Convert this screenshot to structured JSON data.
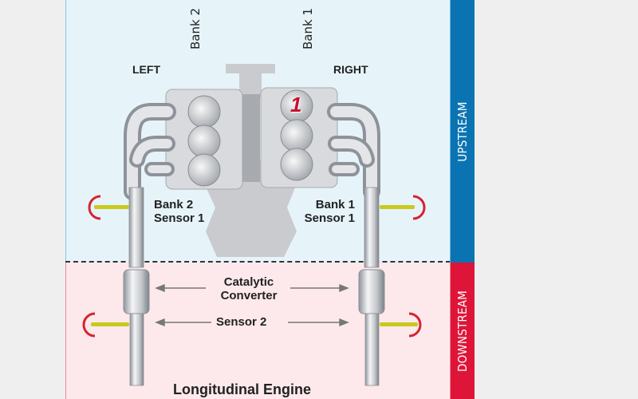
{
  "diagram": {
    "title": "Longitudinal Engine",
    "labels": {
      "bank2": "Bank 2",
      "bank1": "Bank 1",
      "left": "LEFT",
      "right": "RIGHT",
      "cylinder_number": "1",
      "bank2_sensor1_line1": "Bank 2",
      "bank2_sensor1_line2": "Sensor 1",
      "bank1_sensor1_line1": "Bank 1",
      "bank1_sensor1_line2": "Sensor 1",
      "catalytic_line1": "Catalytic",
      "catalytic_line2": "Converter",
      "sensor2": "Sensor 2"
    },
    "zones": {
      "upstream": "UPSTREAM",
      "downstream": "DOWNSTREAM"
    },
    "colors": {
      "upstream_bg": "#e6f4fa",
      "downstream_bg": "#fde9ec",
      "upstream_band": "#0a74b3",
      "downstream_band": "#de1538",
      "cylinder_marker": "#c8102e",
      "sensor": "#c9c91e"
    }
  }
}
